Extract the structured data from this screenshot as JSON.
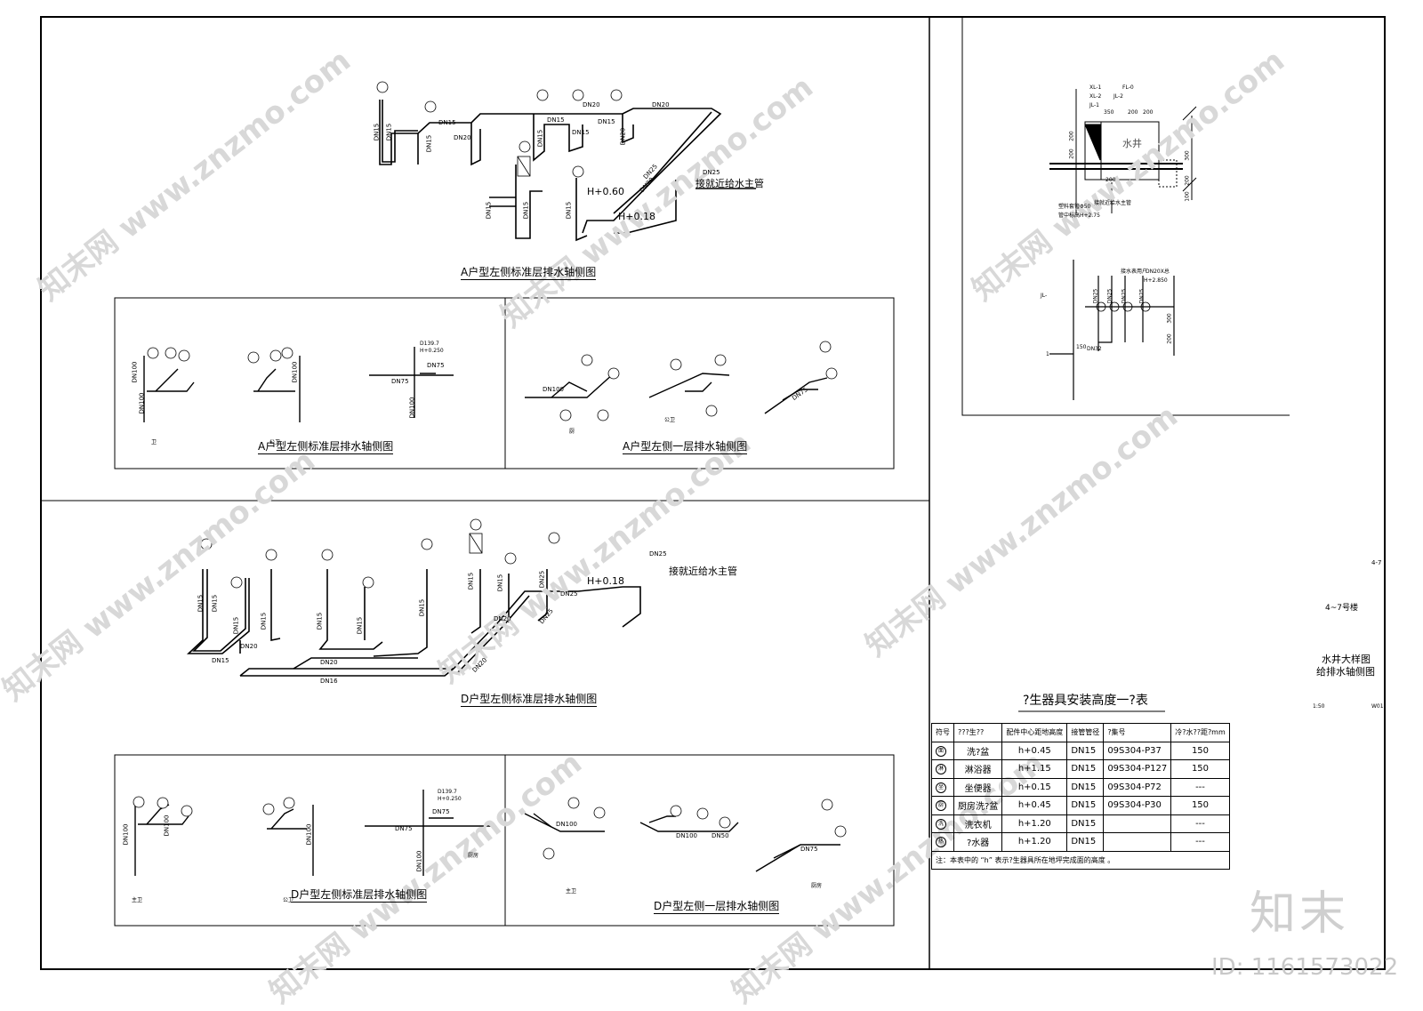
{
  "drawing": {
    "panel_a_iso": {
      "caption": "A户型左侧标准层排水轴侧图",
      "labels": [
        "DN15",
        "DN15",
        "DN15",
        "DN15",
        "DN20",
        "DN20",
        "DN20",
        "DN15",
        "DN25",
        "DN15",
        "DN15",
        "DN15",
        "DN15",
        "DN15",
        "DN15",
        "DN20",
        "DN25",
        "DN20",
        "H+0.60",
        "H+0.18",
        "接就近给水主管"
      ]
    },
    "panel_a_detail": {
      "caption_left": "A户型左侧标准层排水轴侧图",
      "caption_right": "A户型左侧一层排水轴侧图",
      "labels": [
        "DN100",
        "DN100",
        "DN100",
        "DN75",
        "DN75",
        "DN100",
        "D139.7",
        "H+0.250",
        "DN100",
        "DN75",
        "卫",
        "公卫",
        "厨",
        "公卫"
      ]
    },
    "panel_d_iso": {
      "caption": "D户型左侧标准层排水轴侧图",
      "labels": [
        "DN15",
        "DN15",
        "DN15",
        "DN15",
        "DN15",
        "DN15",
        "DN15",
        "DN15",
        "DN20",
        "DN20",
        "DN20",
        "DN15",
        "DN16",
        "DN25",
        "DN25",
        "DN20",
        "DN15",
        "DN25",
        "H+0.18",
        "接就近给水主管",
        "DN25"
      ]
    },
    "panel_d_detail": {
      "caption_left": "D户型左侧标准层排水轴侧图",
      "caption_right": "D户型左侧一层排水轴侧图",
      "labels": [
        "DN100",
        "DN100",
        "DN100",
        "DN75",
        "DN75",
        "DN100",
        "D139.7",
        "H+0.250",
        "DN100",
        "DN100",
        "DN50",
        "DN75",
        "主卫",
        "公卫",
        "厨房",
        "主卫",
        "厨房"
      ]
    },
    "well_detail": {
      "labels": [
        "XL-1",
        "XL-2",
        "JL-1",
        "FL-0",
        "JL-2",
        "水井",
        "350",
        "200",
        "200",
        "200",
        "200",
        "200",
        "300",
        "200",
        "100",
        "接就近给水主管",
        "塑料套管Φ50",
        "管中标高H+2.75",
        "JL-",
        "H+2.850",
        "DN25",
        "DN25",
        "DN25",
        "DN25",
        "300",
        "200",
        "DN32",
        "DN20X总",
        "接水表用户",
        "150",
        "1"
      ]
    }
  },
  "title_block": {
    "sheet_no": "4-7",
    "building": "4~7号楼",
    "title_line1": "水井大样图",
    "title_line2": "给排水轴侧图",
    "scale": "1:50",
    "drawing_no": "W01"
  },
  "fixture_table": {
    "title": "?生器具安装高度一?表",
    "headers": [
      "符号",
      "???生??",
      "配件中心距地高度",
      "接管管径",
      "?集号",
      "冷?水??距?mm"
    ],
    "rows": [
      {
        "symbol": "面",
        "name": "洗?盆",
        "height": "h+0.45",
        "dn": "DN15",
        "atlas": "09S304-P37",
        "dist": "150"
      },
      {
        "symbol": "淋",
        "name": "淋浴器",
        "height": "h+1.15",
        "dn": "DN15",
        "atlas": "09S304-P127",
        "dist": "150"
      },
      {
        "symbol": "坐",
        "name": "坐便器",
        "height": "h+0.15",
        "dn": "DN15",
        "atlas": "09S304-P72",
        "dist": "---"
      },
      {
        "symbol": "厨",
        "name": "厨房洗?盆",
        "height": "h+0.45",
        "dn": "DN15",
        "atlas": "09S304-P30",
        "dist": "150"
      },
      {
        "symbol": "洗",
        "name": "洗衣机",
        "height": "h+1.20",
        "dn": "DN15",
        "atlas": "",
        "dist": "---"
      },
      {
        "symbol": "热",
        "name": "?水器",
        "height": "h+1.20",
        "dn": "DN15",
        "atlas": "",
        "dist": "---"
      }
    ],
    "note": "注：本表中的 “h” 表示?生器具所在地坪完成面的高度 。"
  },
  "watermark": {
    "logo": "知末",
    "id_text": "ID: 1161573022",
    "repeat_text": "知末网 www.znzmo.com"
  }
}
